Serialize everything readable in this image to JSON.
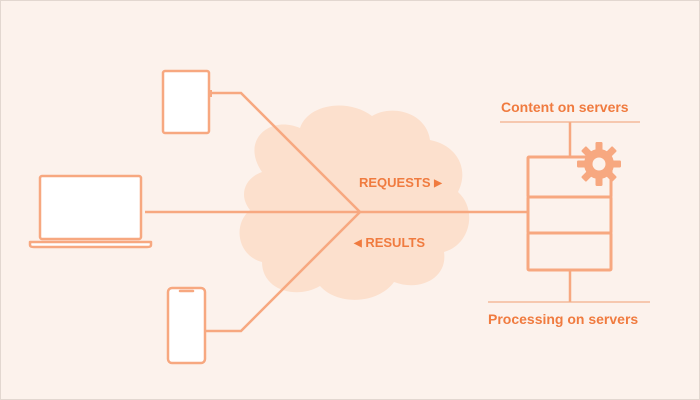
{
  "colors": {
    "background": "#fcf2ec",
    "accent": "#f7a880",
    "cloud": "#fce0cd",
    "device_fill": "#ffffff",
    "text": "#f07b3f",
    "rule": "#f2b08a"
  },
  "cloud": {
    "requests_label": "REQUESTS",
    "requests_arrow": "▶",
    "results_label": "RESULTS",
    "results_arrow": "◀"
  },
  "server": {
    "top_label": "Content on servers",
    "bottom_label": "Processing on servers",
    "icon": "gear-icon"
  },
  "devices": [
    "tablet",
    "laptop",
    "phone"
  ]
}
